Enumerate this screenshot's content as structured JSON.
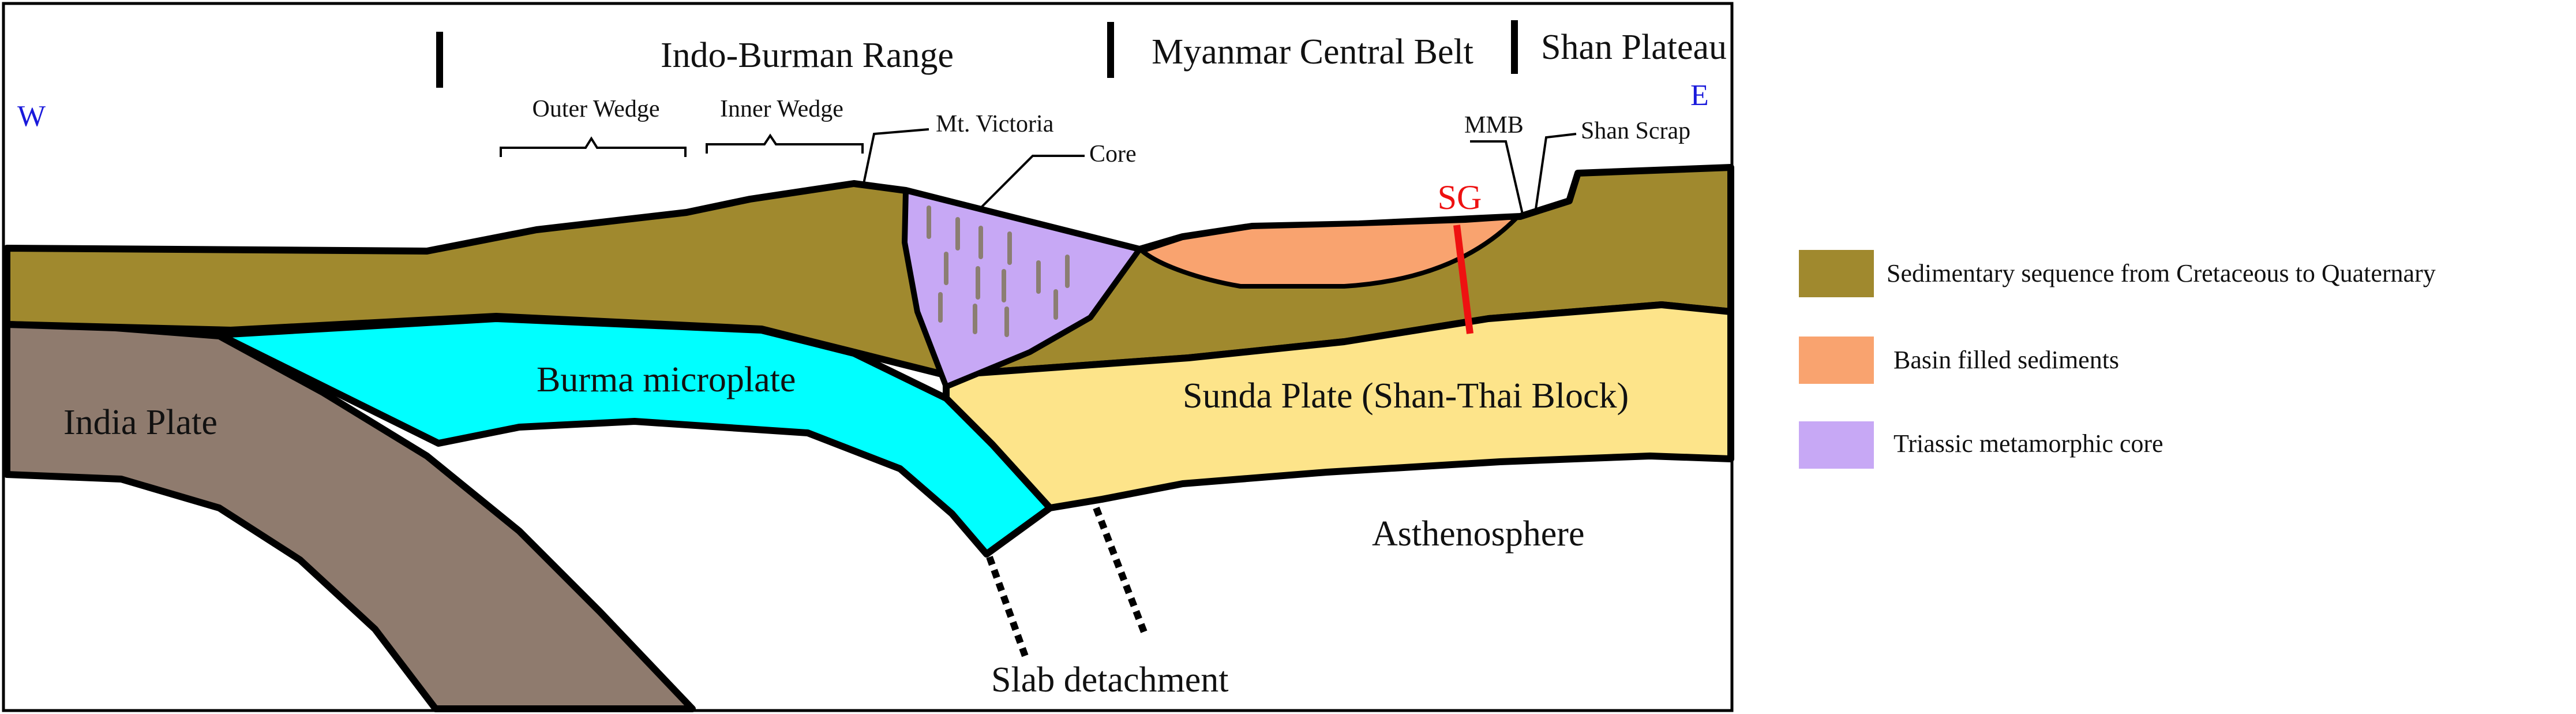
{
  "top_labels": {
    "indo_burman": "Indo-Burman Range",
    "myanmar_central": "Myanmar Central Belt",
    "shan_plateau": "Shan Plateau"
  },
  "sub_labels": {
    "outer_wedge": "Outer Wedge",
    "inner_wedge": "Inner Wedge",
    "mt_victoria": "Mt. Victoria",
    "core": "Core",
    "mmb": "MMB",
    "shan_scrap": "Shan Scrap",
    "sg": "SG"
  },
  "directions": {
    "west": "W",
    "east": "E"
  },
  "units": {
    "india_plate": "India Plate",
    "burma_microplate": "Burma microplate",
    "sunda_plate": "Sunda Plate (Shan-Thai Block)",
    "asthenosphere": "Asthenosphere",
    "slab_detachment": "Slab detachment"
  },
  "legend": [
    {
      "label": "Sedimentary sequence from Cretaceous to Quaternary",
      "color": "#a0892e"
    },
    {
      "label": "Basin filled sediments",
      "color": "#f9a36f"
    },
    {
      "label": "Triassic metamorphic core",
      "color": "#c7a8f5"
    }
  ],
  "colors": {
    "sediment": "#a0892e",
    "basin": "#f9a36f",
    "core": "#c7a8f5",
    "core_ticks": "#8b7e72",
    "india_plate": "#8f7b6e",
    "burma_microplate": "#00ffff",
    "sunda_plate": "#fde48a",
    "sg_line": "#ee1111",
    "direction_text": "#1a1adb"
  }
}
